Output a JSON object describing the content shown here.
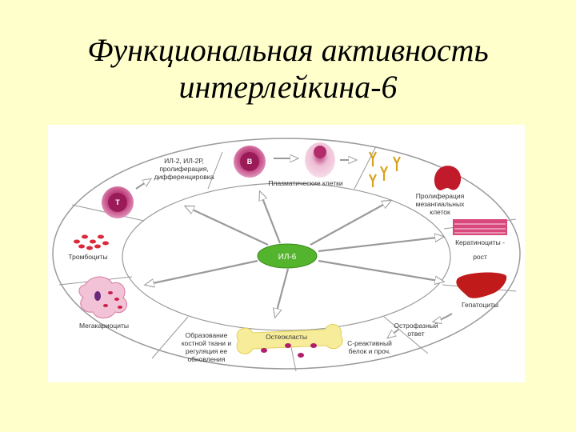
{
  "title": {
    "line1": "Функциональная активность",
    "line2": "интерлейкина-6"
  },
  "diagram": {
    "center": "ИЛ-6",
    "cells": {
      "t_cell": "Т",
      "b_cell": "В"
    },
    "labels": {
      "il2": "ИЛ-2, ИЛ-2Р,",
      "prolif": "пролиферация,",
      "diff": "дифференцировка",
      "plasma": "Плазматические клетки",
      "mesangial1": "Пролиферация",
      "mesangial2": "мезангиальных",
      "mesangial3": "клеток",
      "keratin1": "Кератиноциты -",
      "keratin2": "рост",
      "hepat": "Гепатоциты",
      "acute1": "Острофазный",
      "acute2": "ответ",
      "crp1": "С-реактивный",
      "crp2": "белок и проч.",
      "osteo": "Остеокласты",
      "bone1": "Образование",
      "bone2": "костной ткани и",
      "bone3": "регуляция ее",
      "bone4": "обновления",
      "mega": "Мегакариоциты",
      "platelets": "Тромбоциты"
    }
  }
}
